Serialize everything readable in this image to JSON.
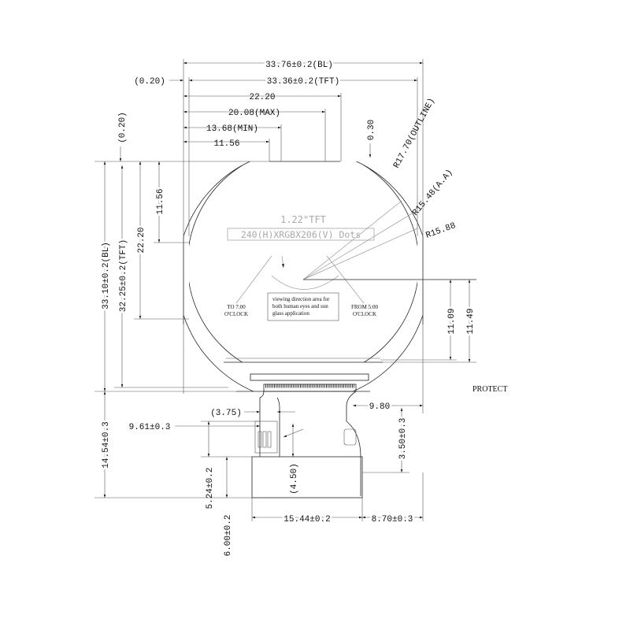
{
  "top_dims": {
    "bl_width": "33.76±0.2(BL)",
    "tft_width": "33.36±0.2(TFT)",
    "offset_left": "(0.20)",
    "d1": "22.20",
    "d2": "20.08(MAX)",
    "d3": "13.68(MIN)",
    "d4": "11.56",
    "offset_top_right": "0.30",
    "offset_top_left": "(0.20)"
  },
  "left_dims": {
    "bl_height": "33.10±0.2(BL)",
    "tft_height": "32.25±0.2(TFT)",
    "h1": "22.20",
    "h2": "11.56"
  },
  "right_dims": {
    "h1": "11.09",
    "h2": "11.49",
    "r_outline": "R17.70(OUTLINE)",
    "r_aa": "R15.48(A.A)",
    "r_other": "R15.88"
  },
  "display": {
    "title": "1.22\"TFT",
    "resolution": "240(H)XRGBX206(V) Dots",
    "to_label": [
      "TO 7:00",
      "O'CLOCK"
    ],
    "from_label": [
      "FROM 5:00",
      "O'CLOCK"
    ],
    "viewing_note": [
      "viewing direction area for",
      "both human eyes and sun",
      "glass application"
    ]
  },
  "protect_label": "PROTECT",
  "bottom_dims": {
    "d_980": "9.80",
    "d_961": "9.61±0.3",
    "d_375": "(3.75)",
    "d_1454": "14.54±0.3",
    "d_350": "3.50±0.3",
    "d_524": "5.24±0.2",
    "d_450": "(4.50)",
    "d_600": "6.00±0.2",
    "d_1544": "15.44±0.2",
    "d_870": "8.70±0.3"
  }
}
